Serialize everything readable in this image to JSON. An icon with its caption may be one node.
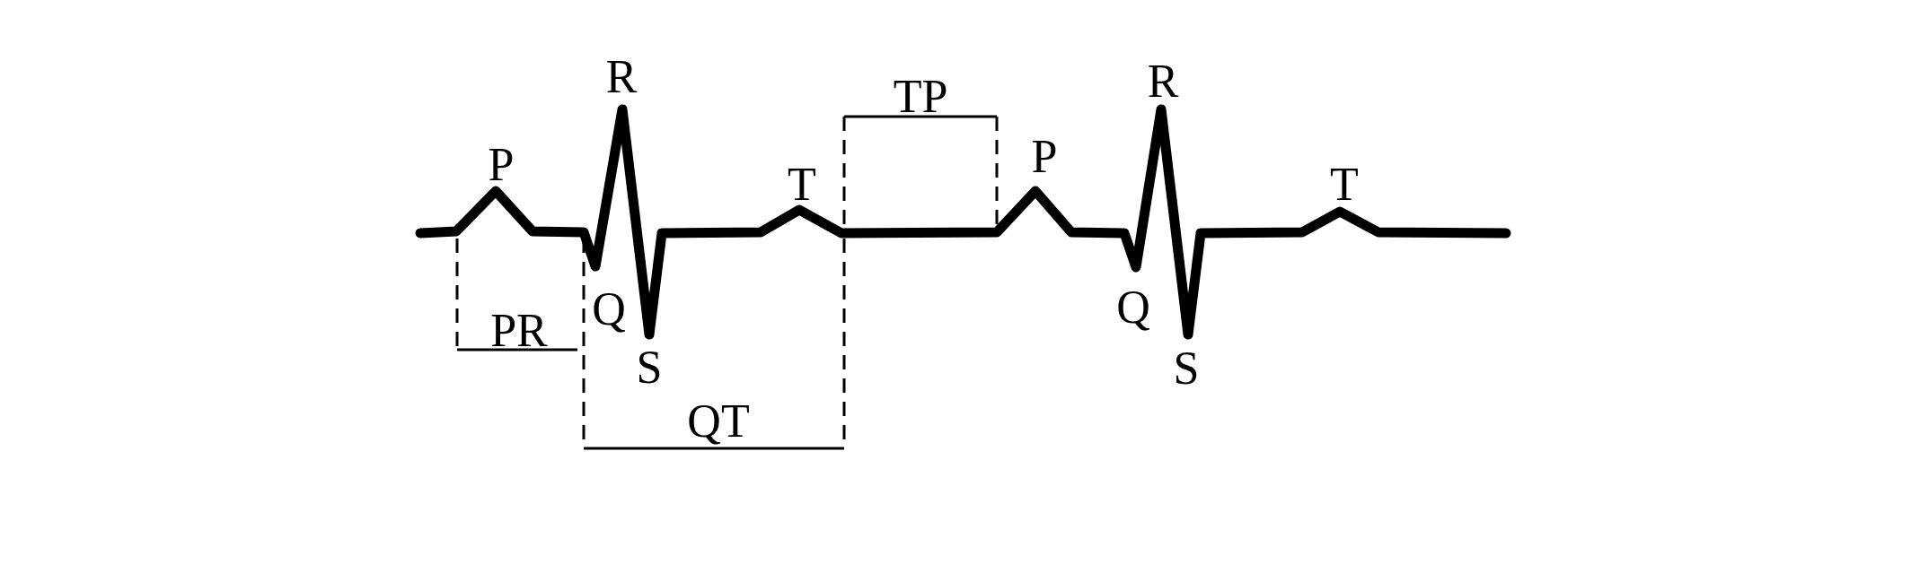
{
  "diagram": {
    "labels": [
      "P",
      "R",
      "Q",
      "S",
      "T",
      "PR",
      "QT",
      "TP",
      "P",
      "R",
      "Q",
      "S",
      "T"
    ]
  }
}
